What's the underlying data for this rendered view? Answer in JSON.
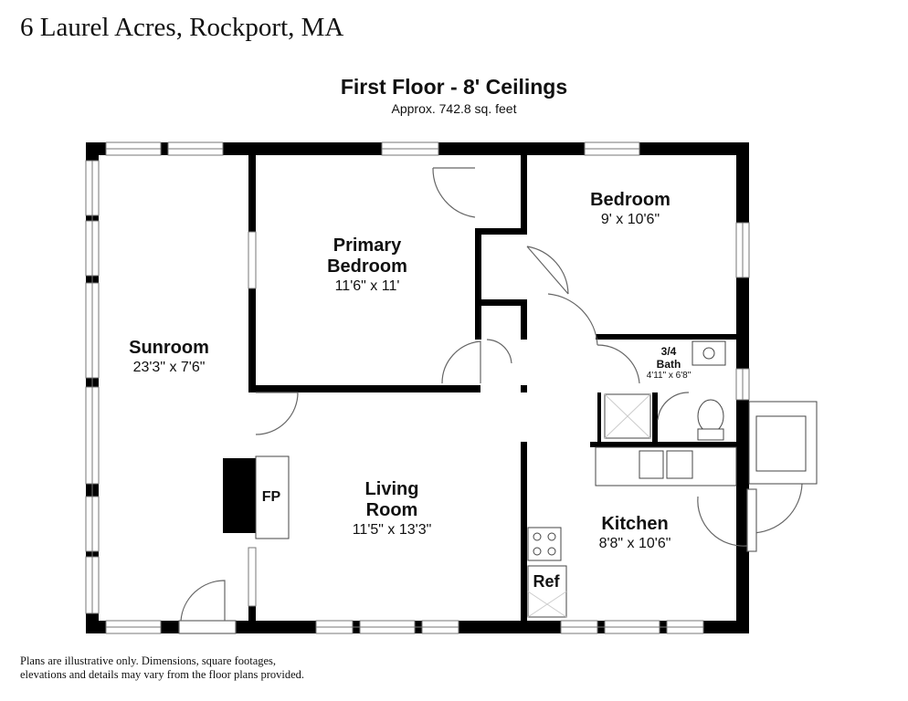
{
  "header": {
    "address": "6 Laurel Acres, Rockport, MA",
    "title": "First Floor - 8' Ceilings",
    "subtitle": "Approx. 742.8 sq. feet"
  },
  "rooms": {
    "sunroom": {
      "name": "Sunroom",
      "dims": "23'3\" x 7'6\""
    },
    "primary_bedroom": {
      "name_line1": "Primary",
      "name_line2": "Bedroom",
      "dims": "11'6\" x 11'"
    },
    "bedroom": {
      "name": "Bedroom",
      "dims": "9' x 10'6\""
    },
    "bath": {
      "name_line1": "3/4",
      "name_line2": "Bath",
      "dims": "4'11\" x 6'8\""
    },
    "living_room": {
      "name_line1": "Living",
      "name_line2": "Room",
      "dims": "11'5\" x 13'3\""
    },
    "kitchen": {
      "name": "Kitchen",
      "dims": "8'8\" x 10'6\""
    }
  },
  "fixtures": {
    "fireplace": "FP",
    "refrigerator": "Ref"
  },
  "footer": {
    "disclaimer_line1": "Plans are illustrative only. Dimensions, square footages,",
    "disclaimer_line2": "elevations and details may vary from the floor plans provided."
  }
}
